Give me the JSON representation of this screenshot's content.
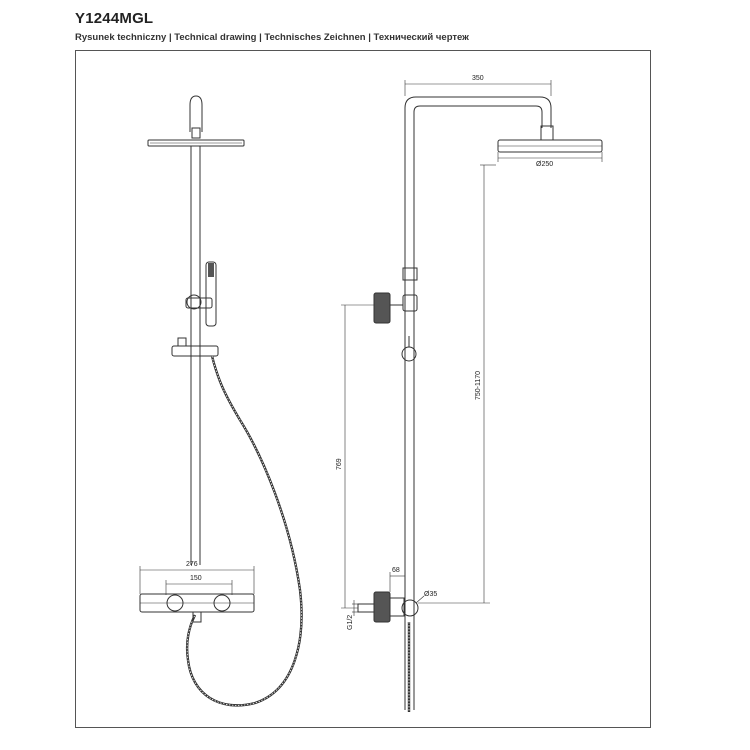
{
  "header": {
    "model": "Y1244MGL",
    "subtitle": "Rysunek techniczny | Technical drawing | Technisches Zeichnen | Технический чертеж"
  },
  "dimensions": {
    "arm_length": "350",
    "head_diameter": "Ø250",
    "height_range": "750-1170",
    "inlet_height": "769",
    "mixer_width": "276",
    "inlet_spacing": "150",
    "mixer_depth": "68",
    "knob_diameter": "Ø35",
    "thread": "G1/2"
  },
  "colors": {
    "line": "#333333",
    "fill_dark": "#555555",
    "frame": "#555555"
  }
}
